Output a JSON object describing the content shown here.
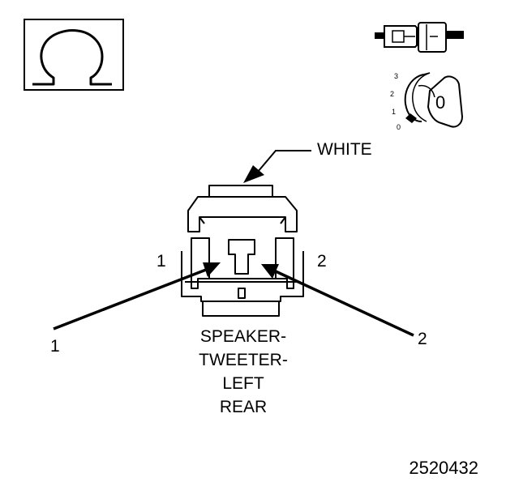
{
  "symbol": {
    "meaning": "ohm-symbol",
    "glyph": "Ω"
  },
  "connector": {
    "color_label": "WHITE",
    "pin_left": "1",
    "pin_right": "2",
    "caption_lines": [
      "SPEAKER-",
      "TWEETER-",
      "LEFT",
      "REAR"
    ]
  },
  "leads": {
    "left": "1",
    "right": "2"
  },
  "dial": {
    "scale": [
      "3",
      "2",
      "1",
      "0"
    ],
    "reading": "0"
  },
  "figure_number": "2520432",
  "colors": {
    "ink": "#000000",
    "paper": "#ffffff"
  }
}
